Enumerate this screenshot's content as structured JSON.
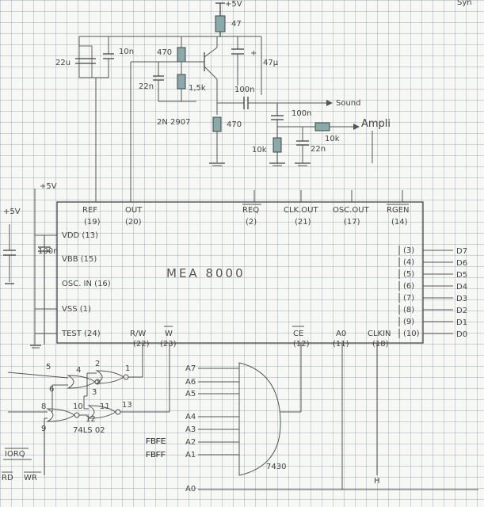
{
  "top": {
    "supply": "+5V",
    "corner": "Syn"
  },
  "power": {
    "left_supply": "+5V",
    "supply2": "+5V"
  },
  "components": {
    "r47": "47",
    "c47u": "47µ",
    "c10n": "10n",
    "c22u_left": "22u",
    "r470_top": "470",
    "c22n": "22n",
    "r1k5": "1,5k",
    "c100n_a": "100n",
    "transistor": "2N 2907",
    "r470_low": "470",
    "c100n_b": "100n",
    "r10k_a": "10k",
    "c22n_b": "22n",
    "r10k_b": "10k",
    "c100n_vdd": "100n"
  },
  "outputs": {
    "sound": "Sound",
    "ampli": "Ampli"
  },
  "chip": {
    "name": "MEA 8000",
    "top_pins": [
      {
        "name": "REF",
        "num": "(19)"
      },
      {
        "name": "OUT",
        "num": "(20)"
      },
      {
        "name": "REQ",
        "num": "(2)"
      },
      {
        "name": "CLK.OUT",
        "num": "(21)"
      },
      {
        "name": "OSC.OUT",
        "num": "(17)"
      },
      {
        "name": "RGEN",
        "num": "(14)"
      }
    ],
    "left_pins": [
      "VDD (13)",
      "VBB (15)",
      "OSC. IN (16)",
      "VSS (1)",
      "TEST (24)"
    ],
    "bottom_pins": [
      {
        "name": "R/W",
        "num": "(22)"
      },
      {
        "name": "W",
        "num": "(23)"
      },
      {
        "name": "CE",
        "num": "(12)"
      },
      {
        "name": "A0",
        "num": "(11)"
      },
      {
        "name": "CLKIN",
        "num": "(18)"
      }
    ],
    "right_pin_nums": [
      "(3)",
      "(4)",
      "(5)",
      "(6)",
      "(7)",
      "(8)",
      "(9)",
      "(10)"
    ]
  },
  "data_lines": [
    "D7",
    "D6",
    "D5",
    "D4",
    "D3",
    "D2",
    "D1",
    "D0"
  ],
  "address_lines": [
    "A7",
    "A6",
    "A5",
    "A4",
    "A3",
    "A2",
    "A1"
  ],
  "a0_line": "A0",
  "gates": {
    "part": "74LS 02",
    "and_chip": "7430",
    "pin_numbers": [
      "5",
      "4",
      "6",
      "2",
      "3",
      "1",
      "8",
      "10",
      "11",
      "9",
      "12",
      "13"
    ]
  },
  "addresses": {
    "fbfe": "FBFE",
    "fbff": "FBFF"
  },
  "signals": {
    "iorq": "IORQ",
    "rd": "RD",
    "wr": "WR",
    "h": "H"
  }
}
